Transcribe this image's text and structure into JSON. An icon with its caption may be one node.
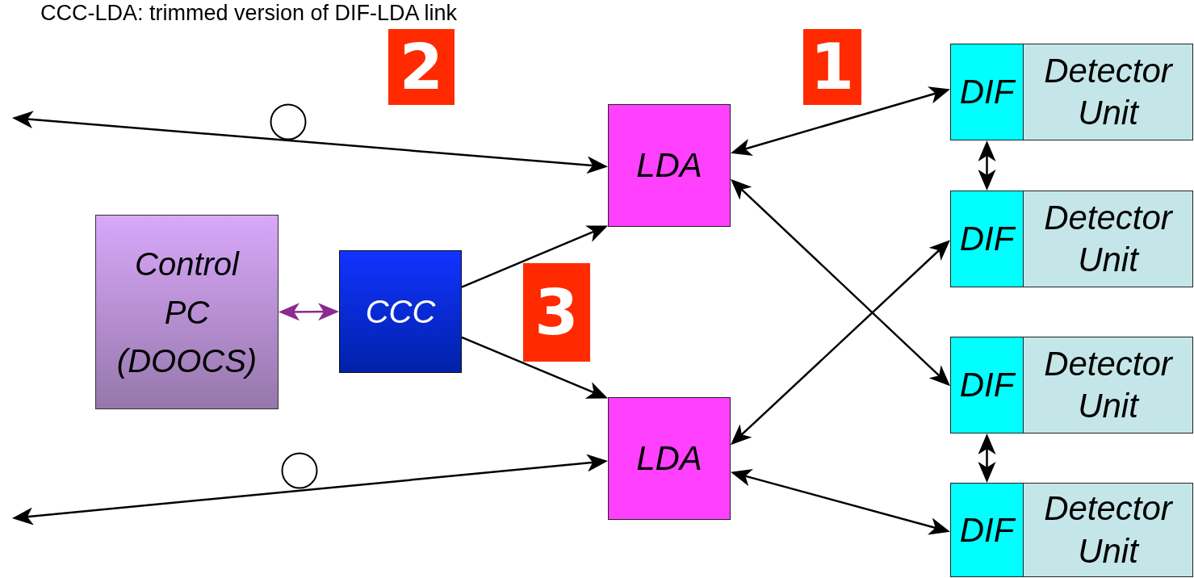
{
  "diagram": {
    "title": "CCC-LDA: trimmed version of DIF-LDA link",
    "nodes": [
      {
        "text": [
          "2"
        ]
      },
      {
        "text": [
          "1"
        ]
      },
      {
        "text": [
          "DIF"
        ]
      },
      {
        "text": [
          "Detector Unit"
        ]
      },
      {
        "text": [
          "LDA"
        ]
      },
      {
        "text": [
          "DIF"
        ]
      },
      {
        "text": [
          "Detector Unit"
        ]
      },
      {
        "text": [
          "Control PC (DOOCS)"
        ]
      },
      {
        "text": [
          "CCC"
        ]
      },
      {
        "text": [
          "3"
        ]
      },
      {
        "text": [
          "DIF"
        ]
      },
      {
        "text": [
          "Detector Unit"
        ]
      },
      {
        "text": [
          "LDA"
        ]
      },
      {
        "text": [
          "DIF"
        ]
      },
      {
        "text": [
          "Detector Unit"
        ]
      }
    ],
    "edges": [
      {
        "from": null,
        "to": 4,
        "arrow": "both"
      },
      {
        "from": 7,
        "to": 8,
        "arrow": "both",
        "color": "#8b2a90"
      },
      {
        "from": 8,
        "to": 4,
        "arrow": "to"
      },
      {
        "from": 8,
        "to": 12,
        "arrow": "to"
      },
      {
        "from": 4,
        "to": 2,
        "arrow": "both"
      },
      {
        "from": 4,
        "to": 10,
        "arrow": "both"
      },
      {
        "from": 12,
        "to": 5,
        "arrow": "both"
      },
      {
        "from": 12,
        "to": 13,
        "arrow": "both"
      },
      {
        "from": 2,
        "to": 5,
        "arrow": "both"
      },
      {
        "from": 10,
        "to": 13,
        "arrow": "both"
      },
      {
        "from": null,
        "to": 12,
        "arrow": "both"
      }
    ]
  }
}
